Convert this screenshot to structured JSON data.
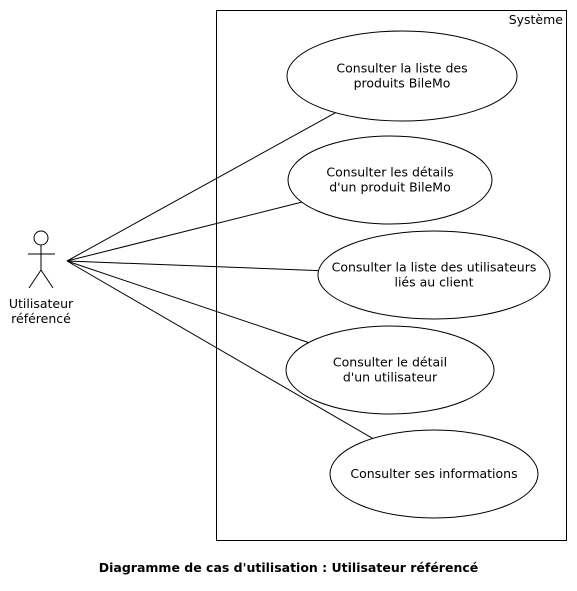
{
  "system": {
    "label": "Système"
  },
  "actor": {
    "label_lines": [
      "Utilisateur",
      "référencé"
    ]
  },
  "use_cases": [
    {
      "lines": [
        "Consulter la liste des",
        "produits BileMo"
      ]
    },
    {
      "lines": [
        "Consulter les détails",
        "d'un produit BileMo"
      ]
    },
    {
      "lines": [
        "Consulter la liste des utilisateurs",
        "liés au client"
      ]
    },
    {
      "lines": [
        "Consulter le détail",
        "d'un utilisateur"
      ]
    },
    {
      "lines": [
        "Consulter ses informations"
      ]
    }
  ],
  "caption": "Diagramme de cas d'utilisation : Utilisateur référencé"
}
